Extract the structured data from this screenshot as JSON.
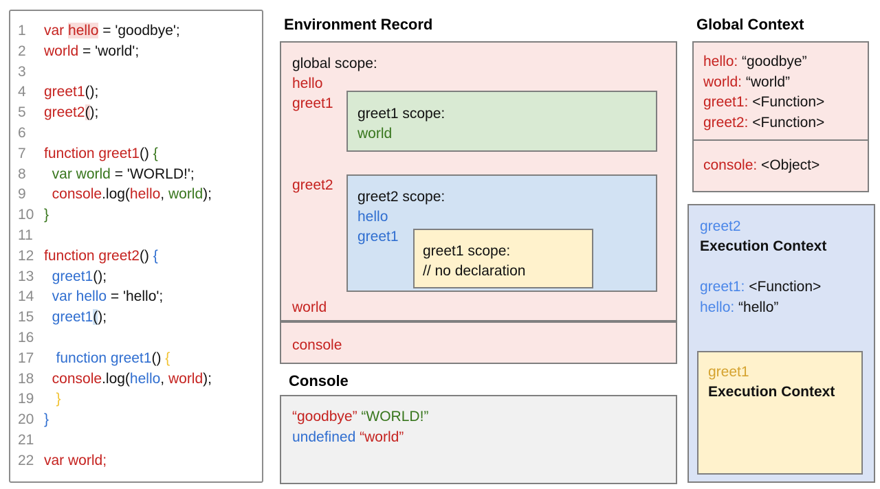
{
  "colors": {
    "red_text": "#c5221f",
    "green_text": "#38761d",
    "blue_text": "#2f6ed0",
    "light_blue_text": "#4a86e8",
    "gold_text": "#d5a330",
    "yellow_brace": "#f1c232",
    "pink_fill": "#fbe7e5",
    "green_fill": "#d9ead3",
    "blue_fill": "#d2e2f3",
    "blue_fill_right": "#dae3f5",
    "yellow_fill": "#fff2cc",
    "gray_fill": "#f1f1f1",
    "border_gray": "#7f7f7f"
  },
  "code": {
    "lines": [
      {
        "n": "1",
        "t": [
          [
            "r",
            "var "
          ],
          [
            "r",
            "hello",
            "hp"
          ],
          [
            "k",
            " = 'goodbye';"
          ]
        ]
      },
      {
        "n": "2",
        "t": [
          [
            "r",
            "world"
          ],
          [
            "k",
            " = 'world';"
          ]
        ]
      },
      {
        "n": "3",
        "t": []
      },
      {
        "n": "4",
        "t": [
          [
            "r",
            "greet1"
          ],
          [
            "k",
            "();"
          ]
        ]
      },
      {
        "n": "5",
        "t": [
          [
            "r",
            "greet2"
          ],
          [
            "k",
            "(",
            "hp"
          ],
          [
            "k",
            ");"
          ]
        ]
      },
      {
        "n": "6",
        "t": []
      },
      {
        "n": "7",
        "t": [
          [
            "r",
            "function greet1"
          ],
          [
            "k",
            "() "
          ],
          [
            "g",
            "{"
          ]
        ]
      },
      {
        "n": "8",
        "t": [
          [
            "k",
            "  "
          ],
          [
            "g",
            "var world"
          ],
          [
            "k",
            " = 'WORLD!';"
          ]
        ]
      },
      {
        "n": "9",
        "t": [
          [
            "k",
            "  "
          ],
          [
            "r",
            "console"
          ],
          [
            "k",
            ".log("
          ],
          [
            "r",
            "hello"
          ],
          [
            "k",
            ", "
          ],
          [
            "g",
            "world"
          ],
          [
            "k",
            ");"
          ]
        ]
      },
      {
        "n": "10",
        "t": [
          [
            "g",
            "}"
          ]
        ]
      },
      {
        "n": "11",
        "t": []
      },
      {
        "n": "12",
        "t": [
          [
            "r",
            "function greet2"
          ],
          [
            "k",
            "() "
          ],
          [
            "b",
            "{"
          ]
        ]
      },
      {
        "n": "13",
        "t": [
          [
            "k",
            "  "
          ],
          [
            "b",
            "greet1"
          ],
          [
            "k",
            "();"
          ]
        ]
      },
      {
        "n": "14",
        "t": [
          [
            "k",
            "  "
          ],
          [
            "b",
            "var hello"
          ],
          [
            "k",
            " = 'hello';"
          ]
        ]
      },
      {
        "n": "15",
        "t": [
          [
            "k",
            "  "
          ],
          [
            "b",
            "greet1"
          ],
          [
            "k",
            "(",
            "hb"
          ],
          [
            "k",
            ");"
          ]
        ]
      },
      {
        "n": "16",
        "t": []
      },
      {
        "n": "17",
        "t": [
          [
            "k",
            "   "
          ],
          [
            "b",
            "function greet1"
          ],
          [
            "k",
            "() "
          ],
          [
            "y",
            "{"
          ]
        ]
      },
      {
        "n": "18",
        "t": [
          [
            "k",
            "  "
          ],
          [
            "r",
            "console"
          ],
          [
            "k",
            ".log("
          ],
          [
            "b",
            "hello"
          ],
          [
            "k",
            ", "
          ],
          [
            "r",
            "world"
          ],
          [
            "k",
            ");"
          ]
        ]
      },
      {
        "n": "19",
        "t": [
          [
            "k",
            "   "
          ],
          [
            "y",
            "}"
          ]
        ]
      },
      {
        "n": "20",
        "t": [
          [
            "b",
            "}"
          ]
        ]
      },
      {
        "n": "21",
        "t": []
      },
      {
        "n": "22",
        "t": [
          [
            "r",
            "var world;"
          ]
        ]
      }
    ]
  },
  "environment_record": {
    "title": "Environment Record",
    "global_scope_label": "global scope:",
    "var_hello": "hello",
    "var_greet1": "greet1",
    "var_greet2": "greet2",
    "var_world": "world",
    "console_label": "console",
    "greet1_scope": {
      "label": "greet1 scope:",
      "var_world": "world"
    },
    "greet2_scope": {
      "label": "greet2 scope:",
      "var_hello": "hello",
      "var_greet1": "greet1",
      "inner_greet1_scope": {
        "label": "greet1 scope:",
        "comment": "// no declaration"
      }
    }
  },
  "console_section": {
    "title": "Console",
    "lines": [
      [
        [
          "r",
          "“goodbye”"
        ],
        [
          "k",
          " "
        ],
        [
          "g",
          "“WORLD!”"
        ]
      ],
      [
        [
          "b",
          "undefined"
        ],
        [
          "k",
          " "
        ],
        [
          "r",
          "“world”"
        ]
      ]
    ]
  },
  "global_context": {
    "title": "Global Context",
    "entries": [
      {
        "label": "hello:",
        "value": " “goodbye”"
      },
      {
        "label": "world:",
        "value": " “world”"
      },
      {
        "label": "greet1:",
        "value": " <Function>"
      },
      {
        "label": "greet2:",
        "value": " <Function>"
      }
    ],
    "console_entry": {
      "label": "console:",
      "value": " <Object>"
    }
  },
  "execution_context": {
    "name": "greet2",
    "title": "Execution Context",
    "entries": [
      {
        "label": "greet1:",
        "value": " <Function>"
      },
      {
        "label": "hello:",
        "value": " “hello”"
      }
    ],
    "inner": {
      "name": "greet1",
      "title": "Execution Context"
    }
  }
}
